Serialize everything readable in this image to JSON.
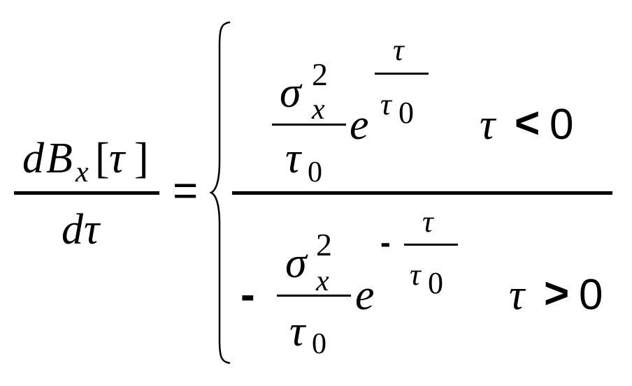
{
  "equation": {
    "lhs": {
      "numerator": {
        "d": "d",
        "B": "B",
        "x_sub": "x",
        "bracket_open": "[",
        "tau": "τ",
        "bracket_close": "]"
      },
      "denominator": {
        "d": "d",
        "tau": "τ"
      }
    },
    "equals": "=",
    "case1": {
      "sigma": "σ",
      "sigma_sup": "2",
      "sigma_sub": "x",
      "denominator_tau": "τ",
      "denominator_sub": "0",
      "e": "e",
      "exp_numerator": "τ",
      "exp_denominator_tau": "τ",
      "exp_denominator_sub": "0",
      "condition_tau": "τ",
      "condition_op": "<",
      "condition_value": "0"
    },
    "case2": {
      "leading_sign": "-",
      "sigma": "σ",
      "sigma_sup": "2",
      "sigma_sub": "x",
      "denominator_tau": "τ",
      "denominator_sub": "0",
      "e": "e",
      "exp_sign": "-",
      "exp_numerator": "τ",
      "exp_denominator_tau": "τ",
      "exp_denominator_sub": "0",
      "condition_tau": "τ",
      "condition_op": ">",
      "condition_value": "0"
    }
  }
}
